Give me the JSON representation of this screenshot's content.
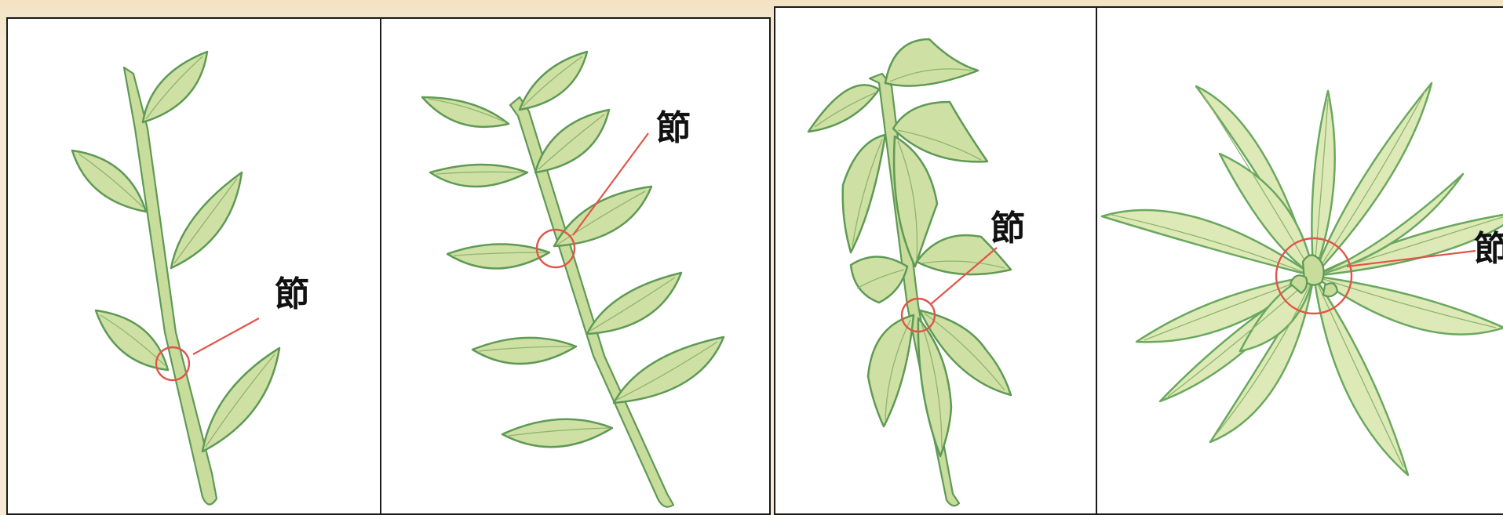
{
  "panels": [
    {
      "id": "panel-1",
      "node_label": "節"
    },
    {
      "id": "panel-2",
      "node_label": "節"
    },
    {
      "id": "panel-3",
      "node_label": "節"
    },
    {
      "id": "panel-4",
      "node_label": "節"
    }
  ],
  "colors": {
    "background": "#f6ead4",
    "leaf_fill": "#cfe0a4",
    "leaf_outline": "#5e9a55",
    "node_marker": "#e0554a",
    "panel_border": "#1a1a1a"
  }
}
